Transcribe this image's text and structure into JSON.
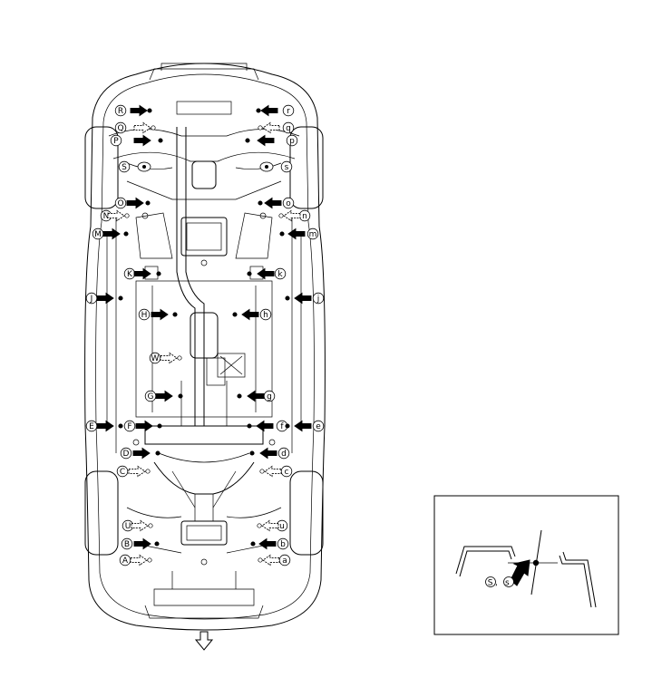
{
  "diagram": {
    "points": [
      {
        "letter": "R",
        "side": "left",
        "row": 0,
        "style": "solid"
      },
      {
        "letter": "r",
        "side": "right",
        "row": 0,
        "style": "solid"
      },
      {
        "letter": "Q",
        "side": "left",
        "row": 1,
        "style": "hollow"
      },
      {
        "letter": "q",
        "side": "right",
        "row": 1,
        "style": "hollow"
      },
      {
        "letter": "P",
        "side": "left",
        "row": 2,
        "style": "solid"
      },
      {
        "letter": "p",
        "side": "right",
        "row": 2,
        "style": "solid"
      },
      {
        "letter": "S",
        "side": "left",
        "row": 3,
        "style": "none"
      },
      {
        "letter": "s",
        "side": "right",
        "row": 3,
        "style": "none"
      },
      {
        "letter": "O",
        "side": "left",
        "row": 4,
        "style": "solid"
      },
      {
        "letter": "o",
        "side": "right",
        "row": 4,
        "style": "solid"
      },
      {
        "letter": "N",
        "side": "left",
        "row": 5,
        "style": "hollow"
      },
      {
        "letter": "n",
        "side": "right",
        "row": 5,
        "style": "hollow"
      },
      {
        "letter": "M",
        "side": "left",
        "row": 6,
        "style": "solid"
      },
      {
        "letter": "m",
        "side": "right",
        "row": 6,
        "style": "solid"
      },
      {
        "letter": "K",
        "side": "left",
        "row": 7,
        "style": "solid"
      },
      {
        "letter": "k",
        "side": "right",
        "row": 7,
        "style": "solid"
      },
      {
        "letter": "J",
        "side": "left",
        "row": 8,
        "style": "solid"
      },
      {
        "letter": "j",
        "side": "right",
        "row": 8,
        "style": "solid"
      },
      {
        "letter": "H",
        "side": "left",
        "row": 9,
        "style": "solid"
      },
      {
        "letter": "h",
        "side": "right",
        "row": 9,
        "style": "solid"
      },
      {
        "letter": "W",
        "side": "left",
        "row": 10,
        "style": "hollow"
      },
      {
        "letter": "G",
        "side": "left",
        "row": 11,
        "style": "solid"
      },
      {
        "letter": "g",
        "side": "right",
        "row": 11,
        "style": "solid"
      },
      {
        "letter": "E",
        "side": "left",
        "row": 12,
        "style": "solid"
      },
      {
        "letter": "F",
        "side": "left",
        "row": 12,
        "style": "solid"
      },
      {
        "letter": "f",
        "side": "right",
        "row": 12,
        "style": "solid"
      },
      {
        "letter": "e",
        "side": "right",
        "row": 12,
        "style": "solid"
      },
      {
        "letter": "D",
        "side": "left",
        "row": 13,
        "style": "solid"
      },
      {
        "letter": "d",
        "side": "right",
        "row": 13,
        "style": "solid"
      },
      {
        "letter": "C",
        "side": "left",
        "row": 14,
        "style": "hollow"
      },
      {
        "letter": "c",
        "side": "right",
        "row": 14,
        "style": "hollow"
      },
      {
        "letter": "U",
        "side": "left",
        "row": 15,
        "style": "hollow"
      },
      {
        "letter": "u",
        "side": "right",
        "row": 15,
        "style": "hollow"
      },
      {
        "letter": "B",
        "side": "left",
        "row": 16,
        "style": "solid"
      },
      {
        "letter": "b",
        "side": "right",
        "row": 16,
        "style": "solid"
      },
      {
        "letter": "A",
        "side": "left",
        "row": 17,
        "style": "hollow"
      },
      {
        "letter": "a",
        "side": "right",
        "row": 17,
        "style": "hollow"
      }
    ],
    "direction_arrow": "down",
    "inset": {
      "label": "S, s"
    }
  }
}
